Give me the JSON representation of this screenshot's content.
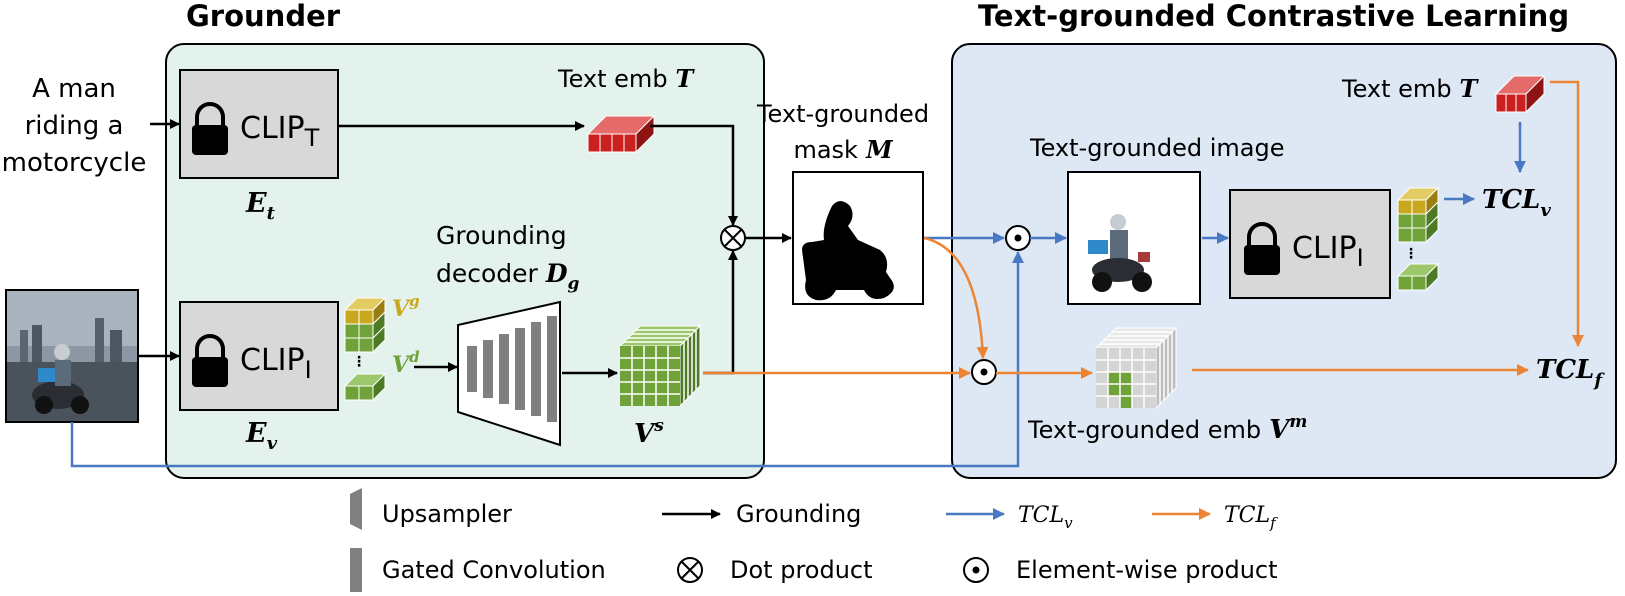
{
  "sections": {
    "grounder_title": "Grounder",
    "tcl_title": "Text-grounded Contrastive Learning"
  },
  "input_caption": [
    "A man",
    "riding a",
    "motorcycle"
  ],
  "encoders": {
    "text_clip": {
      "label": "CLIP",
      "sub": "T",
      "name": "E",
      "name_sub": "t"
    },
    "image_clip": {
      "label": "CLIP",
      "sub": "I",
      "name": "E",
      "name_sub": "v"
    },
    "tcl_image_clip": {
      "label": "CLIP",
      "sub": "I"
    }
  },
  "labels": {
    "text_emb": "Text emb",
    "text_emb_sym": "T",
    "vg": "V",
    "vg_sup": "g",
    "vd": "V",
    "vd_sup": "d",
    "vs": "V",
    "vs_sup": "s",
    "decoder_line1": "Grounding",
    "decoder_line2": "decoder",
    "decoder_sym": "D",
    "decoder_sub": "g",
    "mask_line1": "Text-grounded",
    "mask_line2": "mask",
    "mask_sym": "M",
    "grounded_image": "Text-grounded image",
    "grounded_emb": "Text-grounded emb",
    "vm": "V",
    "vm_sup": "m",
    "tcl_text_emb": "Text emb",
    "tcl_text_emb_sym": "T",
    "tclv": "TCL",
    "tclv_sub": "v",
    "tclf": "TCL",
    "tclf_sub": "f"
  },
  "legend": {
    "upsampler": "Upsampler",
    "gated_conv": "Gated Convolution",
    "grounding": "Grounding",
    "dot_product": "Dot product",
    "elementwise": "Element-wise product",
    "tclv": "TCL",
    "tclv_sub": "v",
    "tclf": "TCL",
    "tclf_sub": "f"
  },
  "colors": {
    "grounder_bg": "#e3f2ec",
    "tcl_bg": "#dde8f4",
    "clip_box": "#d8d8d8",
    "text_emb_red": "#cc1f1f",
    "feature_green": "#70a23a",
    "feature_yellow": "#c9a81e",
    "blue_arrow": "#4a79c4",
    "orange_arrow": "#ec8433",
    "black_arrow": "#000000"
  },
  "icons": [
    "lock-icon",
    "dot-product-icon",
    "elementwise-product-icon",
    "upsampler-icon",
    "gated-conv-icon",
    "photo-thumbnail"
  ]
}
